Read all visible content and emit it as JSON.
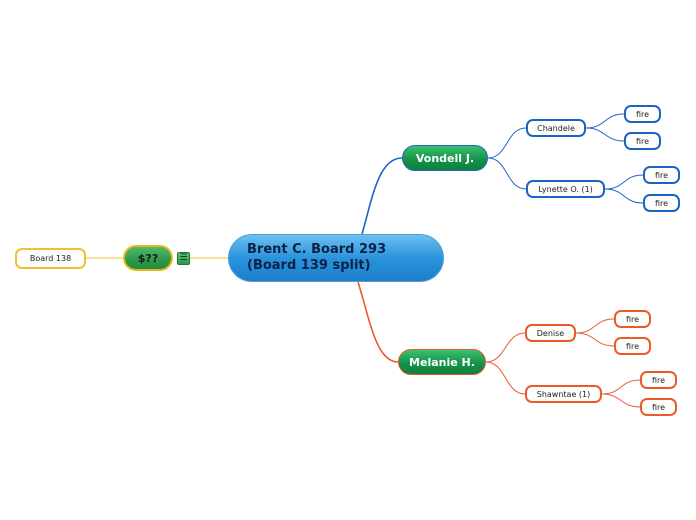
{
  "central": {
    "title": "Brent C. Board 293\n(Board 139 split)"
  },
  "left": {
    "topic": "$??",
    "notes_icon": "notes-icon",
    "child": "Board 138"
  },
  "branches": [
    {
      "label": "Vondell J.",
      "children": [
        {
          "label": "Chandele",
          "children": [
            "fire",
            "fire"
          ]
        },
        {
          "label": "Lynette O. (1)",
          "children": [
            "fire",
            "fire"
          ]
        }
      ]
    },
    {
      "label": "Melanie H.",
      "children": [
        {
          "label": "Denise",
          "children": [
            "fire",
            "fire"
          ]
        },
        {
          "label": "Shawntae (1)",
          "children": [
            "fire",
            "fire"
          ]
        }
      ]
    }
  ],
  "colors": {
    "blue_branch": "#1c64c4",
    "orange_branch": "#ec5a2a",
    "yellow_branch": "#f0c030",
    "central_fill": "#2a93dc",
    "topic_fill": "#14944a"
  }
}
